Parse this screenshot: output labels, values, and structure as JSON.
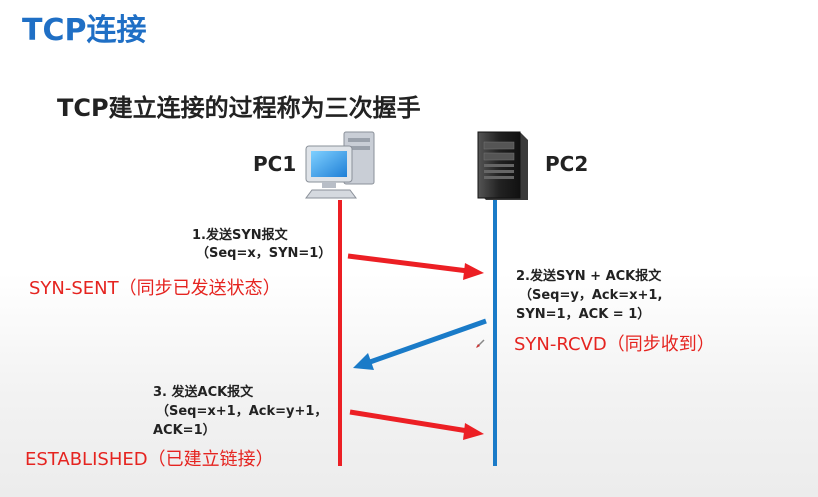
{
  "slide": {
    "title": "TCP连接",
    "subtitle": "TCP建立连接的过程称为三次握手"
  },
  "hosts": {
    "pc1": {
      "label": "PC1",
      "icon": "desktop-computer-icon"
    },
    "pc2": {
      "label": "PC2",
      "icon": "server-tower-icon"
    }
  },
  "steps": [
    {
      "line1": "1.发送SYN报文",
      "line2": "（Seq=x，SYN=1）",
      "line3": ""
    },
    {
      "line1": "2.发送SYN + ACK报文",
      "line2": "（Seq=y，Ack=x+1,",
      "line3": "SYN=1，ACK = 1）"
    },
    {
      "line1": "3. 发送ACK报文",
      "line2": "（Seq=x+1，Ack=y+1，",
      "line3": "ACK=1）"
    }
  ],
  "states": {
    "syn_sent": "SYN-SENT（同步已发送状态）",
    "syn_rcvd": "SYN-RCVD（同步收到）",
    "established": "ESTABLISHED（已建立链接）"
  },
  "colors": {
    "title": "#1f6fc5",
    "pc1_line": "#ec1f24",
    "pc2_line": "#1a7bc8",
    "state_text": "#e52420"
  }
}
